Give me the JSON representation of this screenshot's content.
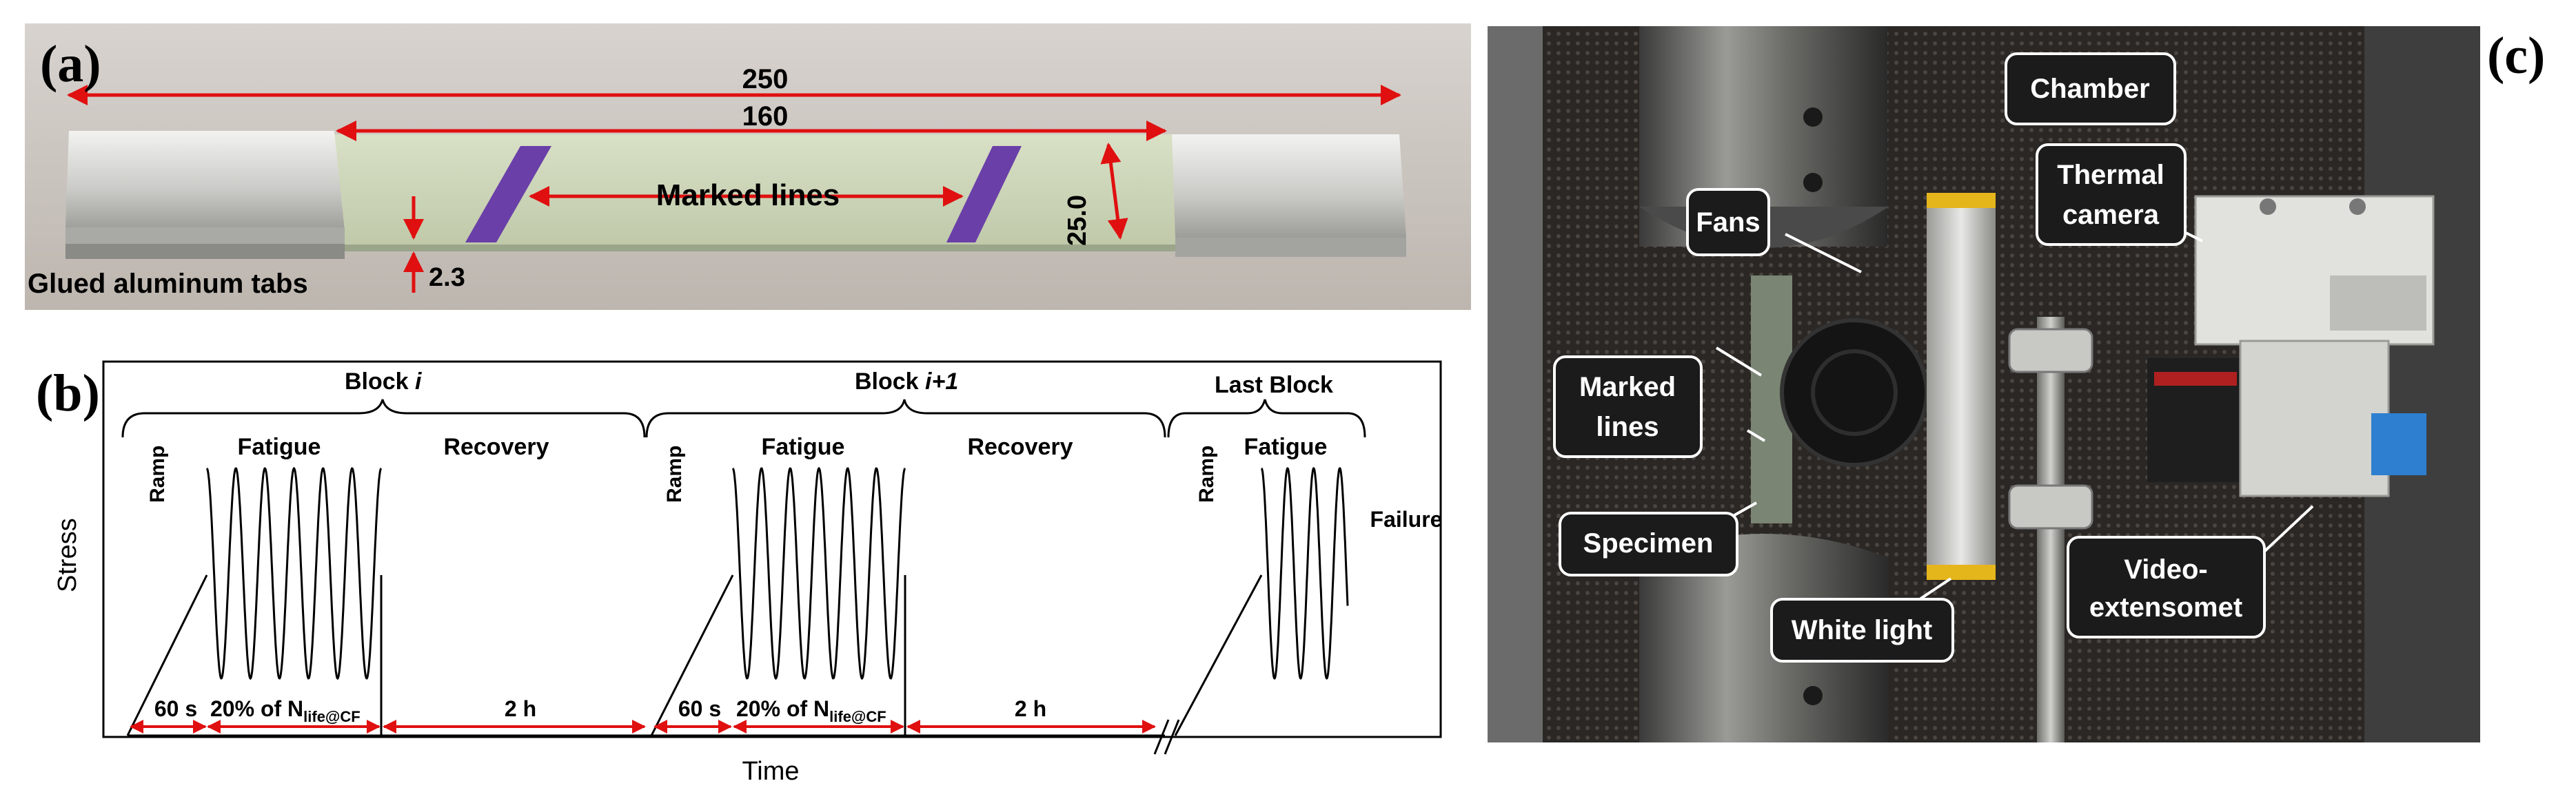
{
  "panel_a": {
    "label": "(a)",
    "dim_total": "250",
    "dim_gauge": "160",
    "dim_width": "25.0",
    "dim_thickness": "2.3",
    "marked_lines": "Marked lines",
    "tabs": "Glued aluminum tabs"
  },
  "panel_b": {
    "label": "(b)",
    "block_i": "Block ",
    "block_i_var": "i",
    "block_i1": "Block ",
    "block_i1_var": "i+1",
    "last_block": "Last Block",
    "fatigue": "Fatigue",
    "recovery": "Recovery",
    "ramp": "Ramp",
    "failure": "Failure",
    "ylabel": "Stress",
    "xlabel": "Time",
    "dur_60s": "60 s",
    "dur_pct": "20%  of N",
    "dur_sub": "life@CF",
    "dur_2h": "2 h"
  },
  "panel_c": {
    "label": "(c)",
    "chamber": "Chamber",
    "thermal1": "Thermal",
    "thermal2": "camera",
    "fans": "Fans",
    "marked1": "Marked",
    "marked2": "lines",
    "specimen": "Specimen",
    "white_light": "White light",
    "video1": "Video-",
    "video2": "extensomet"
  },
  "colors": {
    "arrow": "#e01010",
    "photo_bg_a": "#cdc7c1",
    "specimen": "#cfd8bd",
    "stripe": "#6a3fa8"
  }
}
